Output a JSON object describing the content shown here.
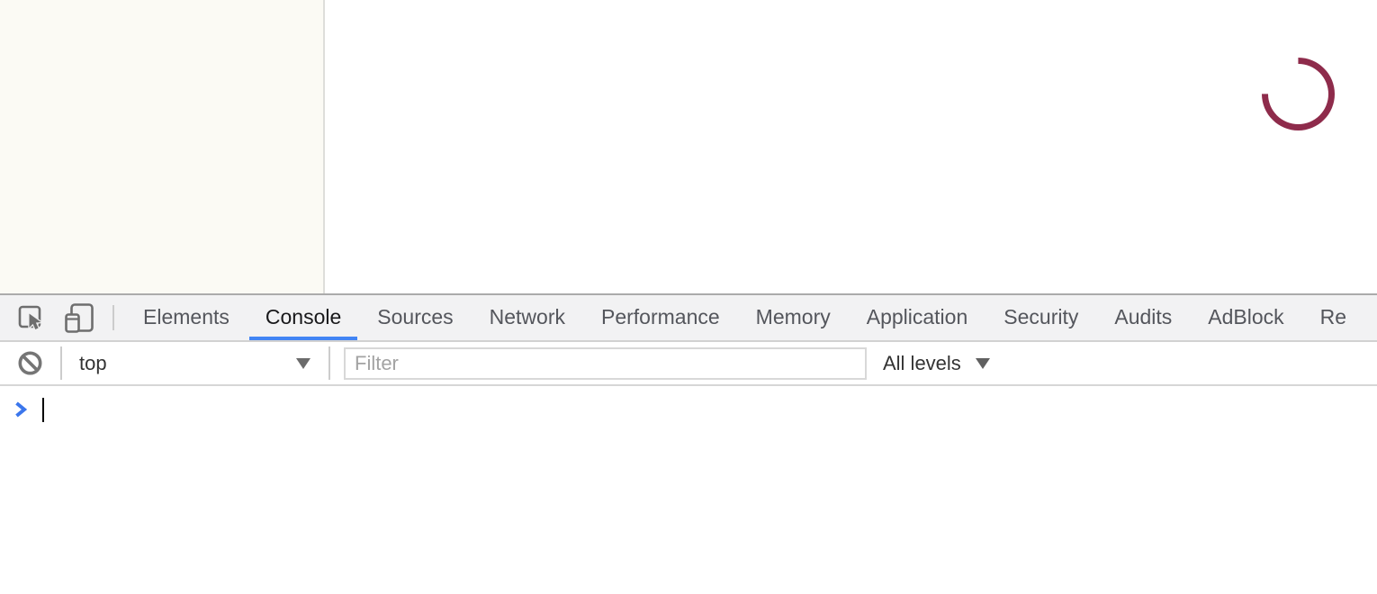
{
  "browser_page": {
    "sidebar_color": "#FBFAF4",
    "spinner_color": "#8E2B4B"
  },
  "devtools": {
    "tabs": [
      "Elements",
      "Console",
      "Sources",
      "Network",
      "Performance",
      "Memory",
      "Application",
      "Security",
      "Audits",
      "AdBlock",
      "Re"
    ],
    "active_tab": "Console",
    "accent_color": "#4285F4",
    "console_toolbar": {
      "context": "top",
      "filter_placeholder": "Filter",
      "log_level": "All levels"
    },
    "icons": {
      "inspect": "inspect-cursor-icon",
      "device_toolbar": "device-toolbar-icon",
      "clear_console": "ban-icon",
      "dropdown": "▼",
      "prompt": "❯"
    }
  }
}
